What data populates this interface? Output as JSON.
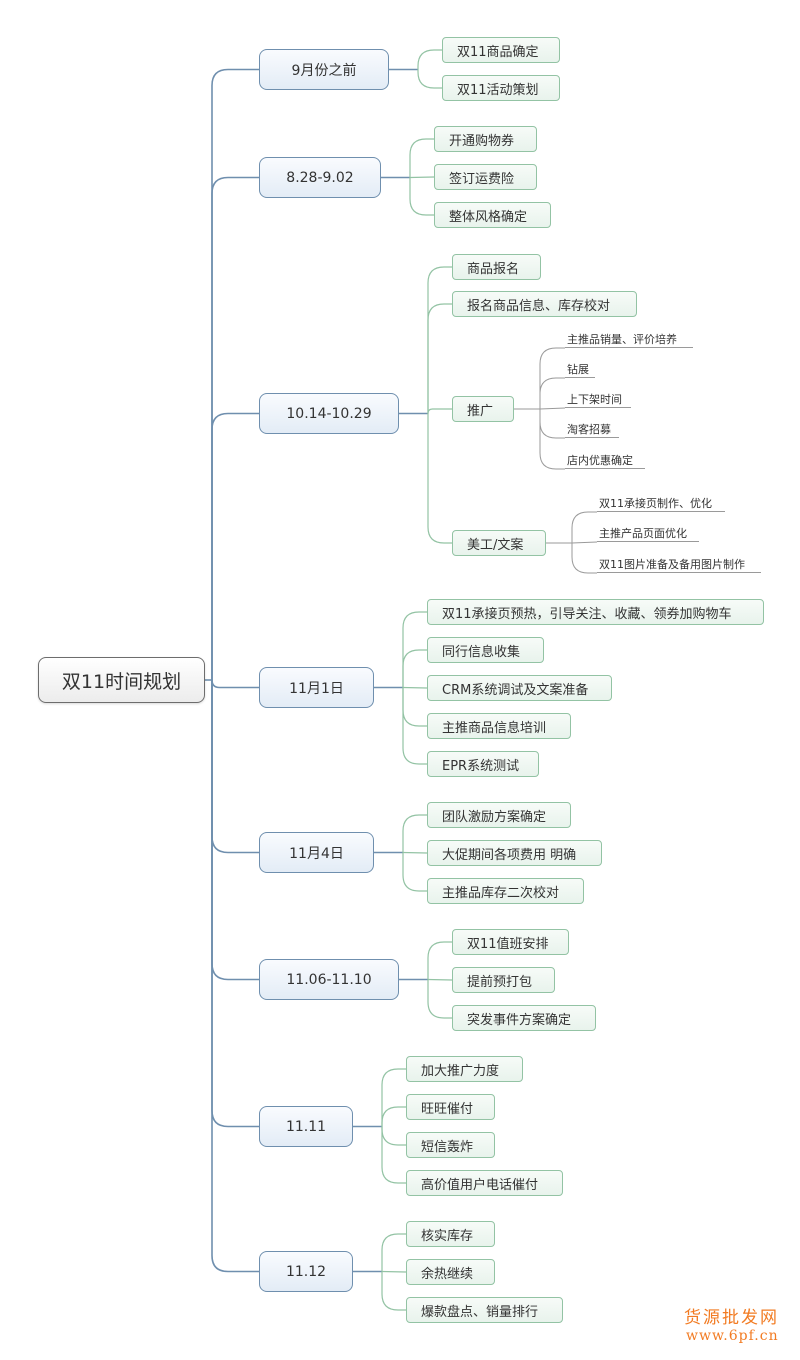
{
  "root": {
    "label": "双11时间规划"
  },
  "branches": [
    {
      "label": "9月份之前",
      "children": [
        {
          "label": "双11商品确定"
        },
        {
          "label": "双11活动策划"
        }
      ]
    },
    {
      "label": "8.28-9.02",
      "children": [
        {
          "label": "开通购物券"
        },
        {
          "label": "签订运费险"
        },
        {
          "label": "整体风格确定"
        }
      ]
    },
    {
      "label": "10.14-10.29",
      "children": [
        {
          "label": "商品报名"
        },
        {
          "label": "报名商品信息、库存校对"
        },
        {
          "label": "推广",
          "children": [
            {
              "label": "主推品销量、评价培养"
            },
            {
              "label": "钻展"
            },
            {
              "label": "上下架时间"
            },
            {
              "label": "淘客招募"
            },
            {
              "label": "店内优惠确定"
            }
          ]
        },
        {
          "label": "美工/文案",
          "children": [
            {
              "label": "双11承接页制作、优化"
            },
            {
              "label": "主推产品页面优化"
            },
            {
              "label": "双11图片准备及备用图片制作"
            }
          ]
        }
      ]
    },
    {
      "label": "11月1日",
      "children": [
        {
          "label": "双11承接页预热，引导关注、收藏、领券加购物车"
        },
        {
          "label": "同行信息收集"
        },
        {
          "label": "CRM系统调试及文案准备"
        },
        {
          "label": "主推商品信息培训"
        },
        {
          "label": "EPR系统测试"
        }
      ]
    },
    {
      "label": "11月4日",
      "children": [
        {
          "label": "团队激励方案确定"
        },
        {
          "label": "大促期间各项费用 明确"
        },
        {
          "label": "主推品库存二次校对"
        }
      ]
    },
    {
      "label": "11.06-11.10",
      "children": [
        {
          "label": "双11值班安排"
        },
        {
          "label": "提前预打包"
        },
        {
          "label": "突发事件方案确定"
        }
      ]
    },
    {
      "label": "11.11",
      "children": [
        {
          "label": "加大推广力度"
        },
        {
          "label": "旺旺催付"
        },
        {
          "label": "短信轰炸"
        },
        {
          "label": "高价值用户电话催付"
        }
      ]
    },
    {
      "label": "11.12",
      "children": [
        {
          "label": "核实库存"
        },
        {
          "label": "余热继续"
        },
        {
          "label": "爆款盘点、销量排行"
        }
      ]
    }
  ],
  "watermark": {
    "line1": "货源批发网",
    "line2": "www.6pf.cn"
  },
  "colors": {
    "trunk": "#6f8fae",
    "branch": "#93c3a4",
    "leaf_line": "#9a9a9a"
  }
}
